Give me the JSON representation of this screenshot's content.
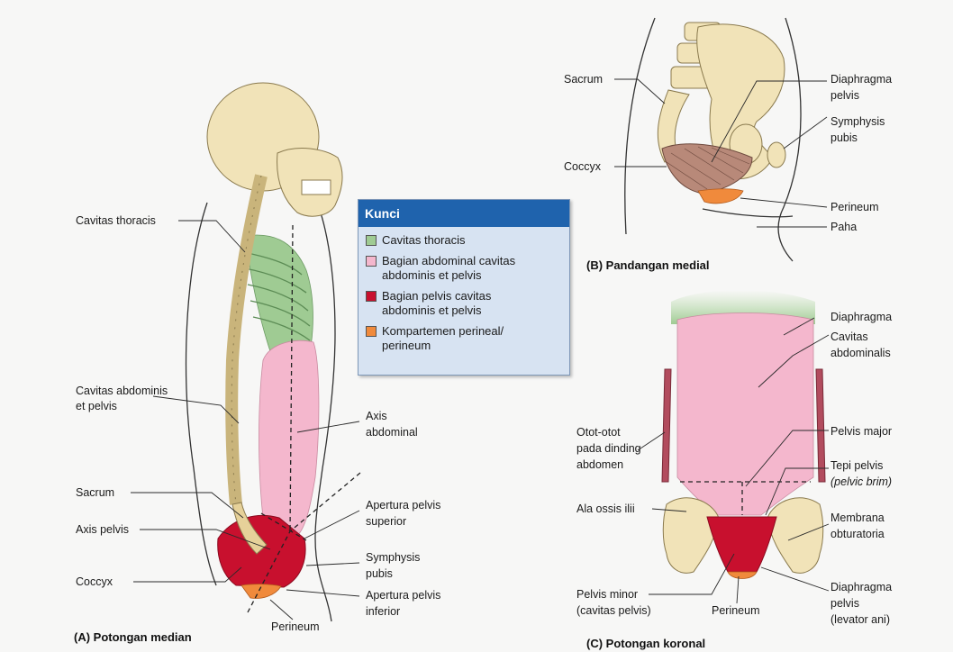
{
  "panel_a": {
    "caption": "(A) Potongan median",
    "labels": {
      "cavitas_thoracis": "Cavitas thoracis",
      "cavitas_abdominis_1": "Cavitas abdominis",
      "cavitas_abdominis_2": "et pelvis",
      "sacrum": "Sacrum",
      "axis_pelvis": "Axis pelvis",
      "coccyx": "Coccyx",
      "axis_abdominal_1": "Axis",
      "axis_abdominal_2": "abdominal",
      "apertura_superior_1": "Apertura pelvis",
      "apertura_superior_2": "superior",
      "symphysis_1": "Symphysis",
      "symphysis_2": "pubis",
      "apertura_inferior_1": "Apertura pelvis",
      "apertura_inferior_2": "inferior",
      "perineum": "Perineum"
    }
  },
  "legend": {
    "title": "Kunci",
    "items": [
      {
        "line1": "Cavitas thoracis",
        "line2": "",
        "color": "#9fcb93"
      },
      {
        "line1": "Bagian abdominal cavitas",
        "line2": "abdominis et pelvis",
        "color": "#f4b7cd"
      },
      {
        "line1": "Bagian pelvis cavitas",
        "line2": "abdominis et pelvis",
        "color": "#c8102e"
      },
      {
        "line1": "Kompartemen perineal/",
        "line2": "perineum",
        "color": "#f08a3c"
      }
    ]
  },
  "panel_b": {
    "caption": "(B) Pandangan medial",
    "labels": {
      "sacrum": "Sacrum",
      "coccyx": "Coccyx",
      "diaphragma_1": "Diaphragma",
      "diaphragma_2": "pelvis",
      "symphysis_1": "Symphysis",
      "symphysis_2": "pubis",
      "perineum": "Perineum",
      "paha": "Paha"
    }
  },
  "panel_c": {
    "caption": "(C) Potongan koronal",
    "labels": {
      "diaphragma": "Diaphragma",
      "cavitas_1": "Cavitas",
      "cavitas_2": "abdominalis",
      "otot_1": "Otot-otot",
      "otot_2": "pada dinding",
      "otot_3": "abdomen",
      "pelvis_major": "Pelvis major",
      "tepi_1": "Tepi pelvis",
      "tepi_2": "(pelvic brim)",
      "ala": "Ala ossis ilii",
      "membrana_1": "Membrana",
      "membrana_2": "obturatoria",
      "pelvis_minor_1": "Pelvis minor",
      "pelvis_minor_2": "(cavitas pelvis)",
      "perineum": "Perineum",
      "diaph_pelvis_1": "Diaphragma",
      "diaph_pelvis_2": "pelvis",
      "diaph_pelvis_3": "(levator ani)"
    }
  }
}
